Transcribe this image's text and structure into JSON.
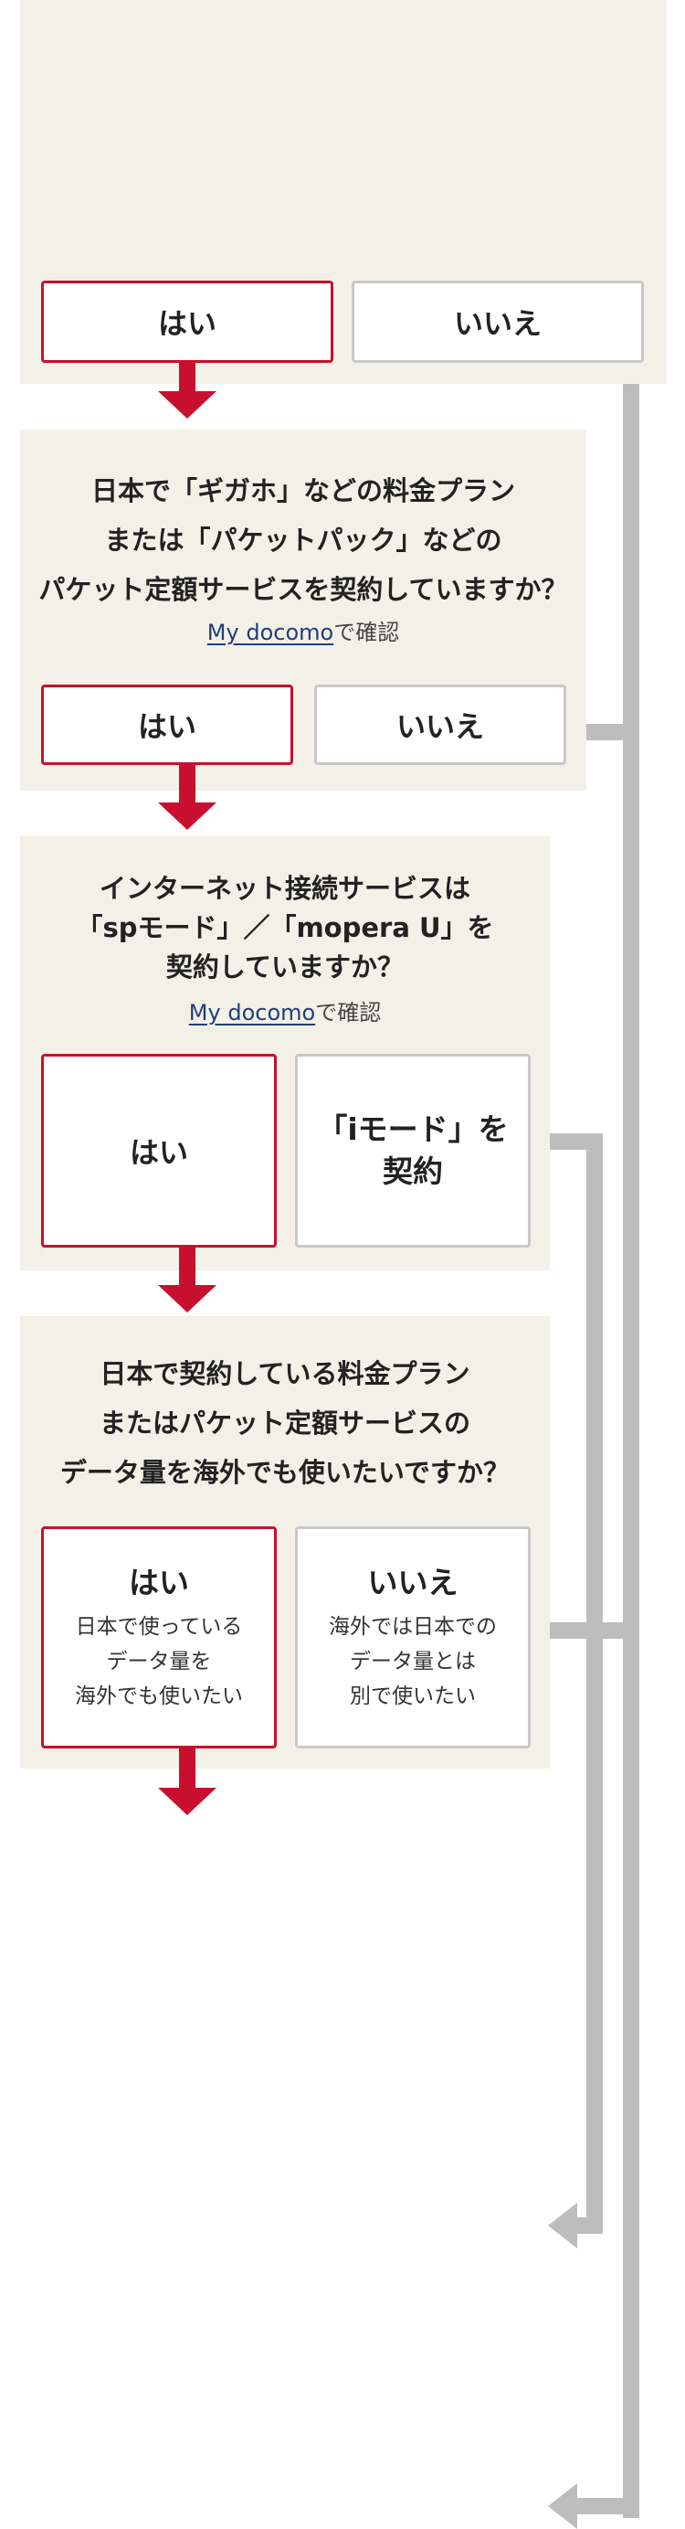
{
  "steps": [
    {
      "question_lines": [],
      "yes": "はい",
      "no": "いいえ"
    },
    {
      "question_lines": [
        "日本で「ギガホ」などの料金プラン",
        "または「パケットパック」などの",
        "パケット定額サービスを契約していますか？"
      ],
      "link": "My docomo",
      "link_suffix": "で確認",
      "yes": "はい",
      "no": "いいえ"
    },
    {
      "question_lines": [
        "インターネット接続サービスは",
        "「spモード」／「mopera U」を",
        "契約していますか？"
      ],
      "link": "My docomo",
      "link_suffix": "で確認",
      "yes": "はい",
      "no_lines": [
        "「iモード」を",
        "契約"
      ]
    },
    {
      "question_lines": [
        "日本で契約している料金プラン",
        "またはパケット定額サービスの",
        "データ量を海外でも使いたいですか？"
      ],
      "yes": "はい",
      "yes_desc": [
        "日本で使っている",
        "データ量を",
        "海外でも使いたい"
      ],
      "no": "いいえ",
      "no_desc": [
        "海外では日本での",
        "データ量とは",
        "別で使いたい"
      ]
    }
  ],
  "colors": {
    "accent": "#c8102e",
    "panel": "#f3f1e7",
    "connector": "#bdbdbd"
  }
}
